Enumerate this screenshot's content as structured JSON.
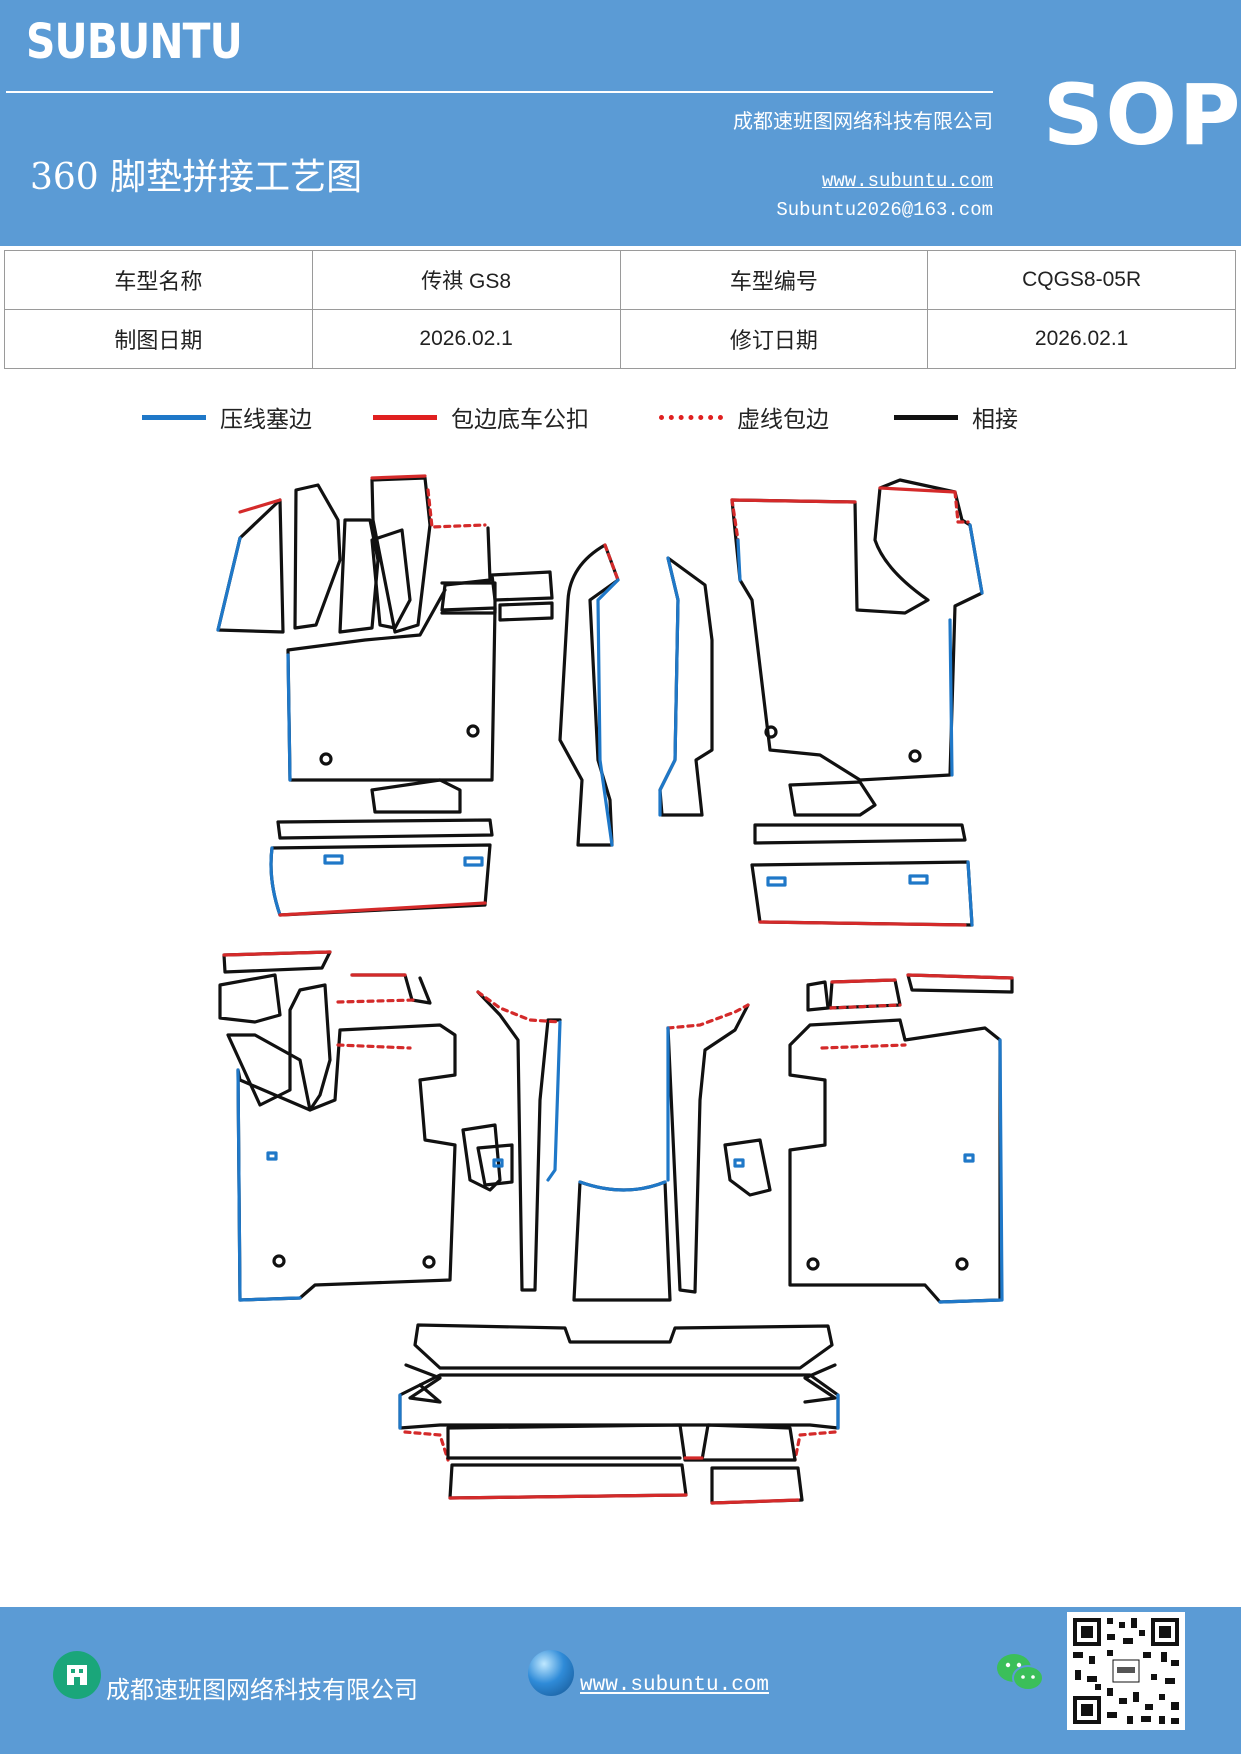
{
  "header": {
    "brand": "SUBUNTU",
    "company": "成都速班图网络科技有限公司",
    "title": "360 脚垫拼接工艺图",
    "website": "www.subuntu.com",
    "email": "Subuntu2026@163.com",
    "badge": "SOP"
  },
  "info_table": {
    "rows": [
      [
        "车型名称",
        "传祺 GS8",
        "车型编号",
        "CQGS8-05R"
      ],
      [
        "制图日期",
        "2026.02.1",
        "修订日期",
        "2026.02.1"
      ]
    ]
  },
  "legend": [
    {
      "label": "压线塞边",
      "color": "#1f78c8",
      "style": "solid"
    },
    {
      "label": "包边底车公扣",
      "color": "#e02020",
      "style": "solid"
    },
    {
      "label": "虚线包边",
      "color": "#e02020",
      "style": "dotted"
    },
    {
      "label": "相接",
      "color": "#111111",
      "style": "solid"
    }
  ],
  "colors": {
    "accent": "#5b9bd5",
    "blue_line": "#1f78c8",
    "red_line": "#d42a2a",
    "black_line": "#111111"
  },
  "footer": {
    "company": "成都速班图网络科技有限公司",
    "website": "www.subuntu.com ",
    "icons": [
      "building-icon",
      "globe-icon",
      "wechat-icon",
      "qr-code"
    ]
  }
}
